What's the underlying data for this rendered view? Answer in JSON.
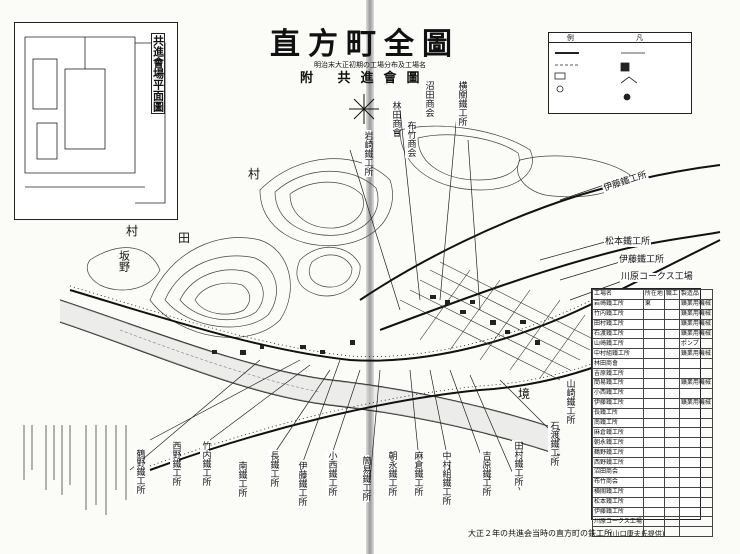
{
  "map": {
    "title": "直方町全圖",
    "subtitle": "明治末大正初期の工場分布及工場名",
    "publisher": "附 共進會圖"
  },
  "inset": {
    "title": "共進會場平面圖"
  },
  "labels": {
    "iwasaki": "岩崎鐵工所",
    "hayashi": "林田商會",
    "nunotake": "布竹商会",
    "numata": "沼田商会",
    "yokozeki": "横關鐵工所",
    "itoka": "伊藤鐵工所",
    "matsumoto": "松本鐵工所",
    "ito": "伊藤鐵工所",
    "kawahara": "川原コークス工場",
    "yamasaki": "山崎鐵工所",
    "ishiwatari": "石渡鐵工所",
    "tamura": "田村鐵工所",
    "yoshihara": "吉原鐵工所",
    "nakamura": "中村組鐵工所",
    "asakura": "麻倉鐵工所",
    "tomonaga": "朝永鐵工所",
    "kannan": "簡易鐵工所",
    "konishi": "小西鐵工所",
    "ito2": "伊藤鐵工所",
    "nagaike": "長鐵工所",
    "minami": "南鐵工所",
    "tsuruno": "鶴野鐵工所",
    "takeuchi": "竹内鐵工所",
    "nishino": "西野鐵工所",
    "mura1": "村",
    "mura2": "村",
    "den": "田",
    "sakano": "坂野",
    "sakai": "境"
  },
  "legend": {
    "title": "例 凡"
  },
  "factory_table": {
    "header": [
      "工場名",
      "所在地",
      "職工",
      "製造品"
    ],
    "rows": [
      [
        "岩崎鐵工所",
        "東",
        "",
        "鑛業用機械"
      ],
      [
        "竹内鐵工所",
        "",
        "",
        "鑛業用機械"
      ],
      [
        "田村鐵工所",
        "",
        "",
        "鑛業用機械"
      ],
      [
        "石渡鐵工所",
        "",
        "",
        "鑛業用機械"
      ],
      [
        "山崎鐵工所",
        "",
        "",
        "ポンプ"
      ],
      [
        "中村組鐵工所",
        "",
        "",
        "鑛業用機械"
      ],
      [
        "林田商會",
        "",
        "",
        ""
      ],
      [
        "吉原鐵工所",
        "",
        "",
        ""
      ],
      [
        "簡易鐵工所",
        "",
        "",
        "鑛業用機械"
      ],
      [
        "小西鐵工所",
        "",
        "",
        ""
      ],
      [
        "伊藤鐵工所",
        "",
        "",
        "鑛業用機械"
      ],
      [
        "長鐵工所",
        "",
        "",
        ""
      ],
      [
        "南鐵工所",
        "",
        "",
        ""
      ],
      [
        "麻倉鐵工所",
        "",
        "",
        ""
      ],
      [
        "朝永鐵工所",
        "",
        "",
        ""
      ],
      [
        "鶴野鐵工所",
        "",
        "",
        ""
      ],
      [
        "西野鐵工所",
        "",
        "",
        ""
      ],
      [
        "沼田商会",
        "",
        "",
        ""
      ],
      [
        "布竹商会",
        "",
        "",
        ""
      ],
      [
        "横關鐵工所",
        "",
        "",
        ""
      ],
      [
        "松本鐵工所",
        "",
        "",
        ""
      ],
      [
        "伊藤鐵工所",
        "",
        "",
        ""
      ],
      [
        "川原コークス工場",
        "",
        "",
        ""
      ],
      [
        "",
        "",
        "",
        ""
      ]
    ]
  },
  "caption": "大正２年の共進会当時の直方町の鉄工所",
  "credit": "(山口康夫氏提供)"
}
